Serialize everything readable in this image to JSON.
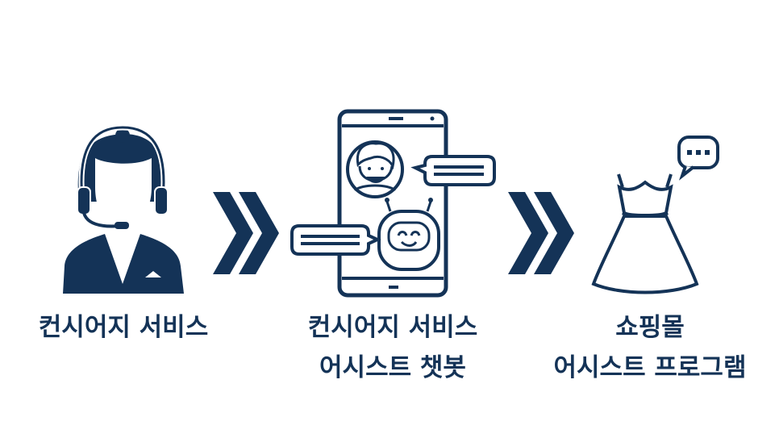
{
  "colors": {
    "navy": "#143357",
    "white": "#ffffff"
  },
  "steps": [
    {
      "icon": "call-center-agent-icon",
      "lines": [
        "컨시어지 서비스"
      ]
    },
    {
      "icon": "smartphone-chatbot-icon",
      "lines": [
        "컨시어지 서비스",
        "어시스트 챗봇"
      ]
    },
    {
      "icon": "dress-chat-icon",
      "lines": [
        "쇼핑몰",
        "어시스트 프로그램"
      ]
    }
  ],
  "arrows": [
    "double-chevron-right-icon",
    "double-chevron-right-icon"
  ]
}
